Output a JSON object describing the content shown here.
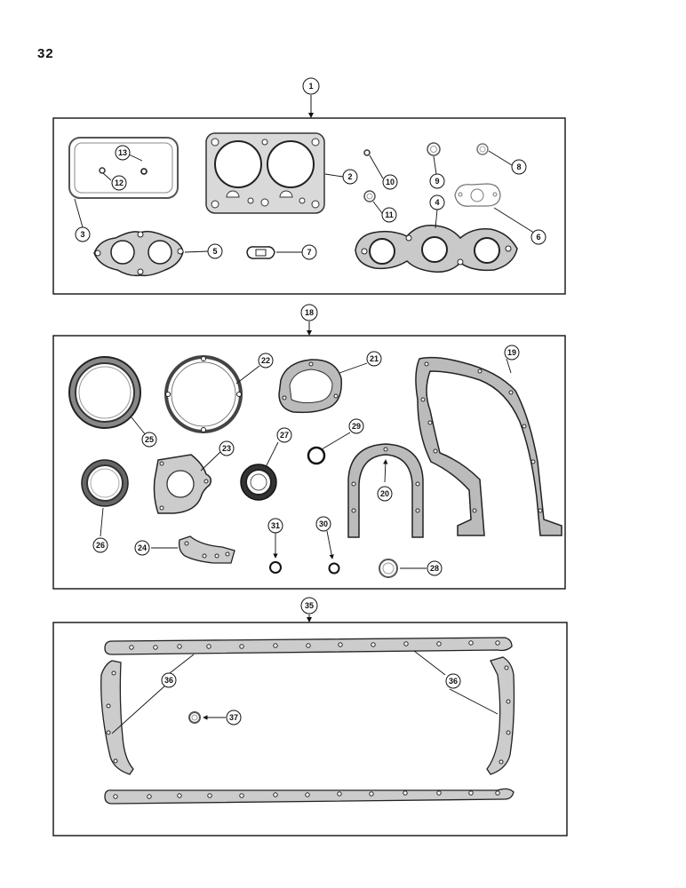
{
  "page_number": "32",
  "kits": [
    {
      "name": "kit-1",
      "label": "1"
    },
    {
      "name": "kit-18",
      "label": "18"
    },
    {
      "name": "kit-35",
      "label": "35"
    }
  ],
  "callouts": [
    {
      "id": "c2",
      "label": "2"
    },
    {
      "id": "c3",
      "label": "3"
    },
    {
      "id": "c4",
      "label": "4"
    },
    {
      "id": "c5",
      "label": "5"
    },
    {
      "id": "c6",
      "label": "6"
    },
    {
      "id": "c7",
      "label": "7"
    },
    {
      "id": "c8",
      "label": "8"
    },
    {
      "id": "c9",
      "label": "9"
    },
    {
      "id": "c10",
      "label": "10"
    },
    {
      "id": "c11",
      "label": "11"
    },
    {
      "id": "c12",
      "label": "12"
    },
    {
      "id": "c13",
      "label": "13"
    },
    {
      "id": "c19",
      "label": "19"
    },
    {
      "id": "c20",
      "label": "20"
    },
    {
      "id": "c21",
      "label": "21"
    },
    {
      "id": "c22",
      "label": "22"
    },
    {
      "id": "c23",
      "label": "23"
    },
    {
      "id": "c24",
      "label": "24"
    },
    {
      "id": "c25",
      "label": "25"
    },
    {
      "id": "c26",
      "label": "26"
    },
    {
      "id": "c27",
      "label": "27"
    },
    {
      "id": "c28",
      "label": "28"
    },
    {
      "id": "c29",
      "label": "29"
    },
    {
      "id": "c30",
      "label": "30"
    },
    {
      "id": "c31",
      "label": "31"
    },
    {
      "id": "c36a",
      "label": "36"
    },
    {
      "id": "c36b",
      "label": "36"
    },
    {
      "id": "c37",
      "label": "37"
    }
  ]
}
